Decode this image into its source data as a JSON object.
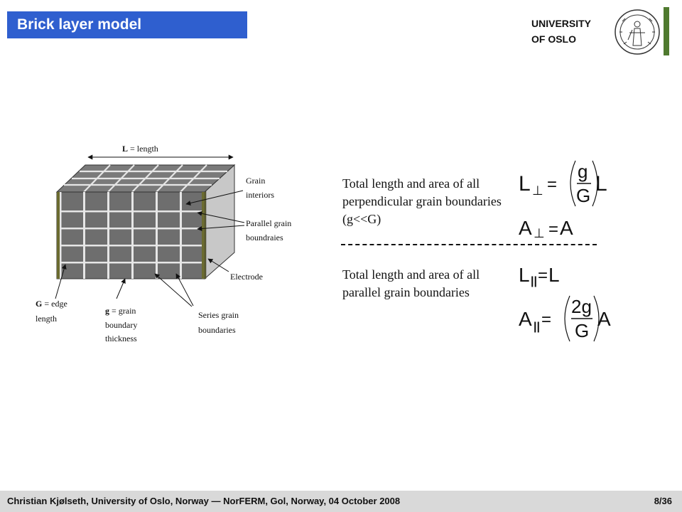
{
  "header": {
    "title": "Brick layer model",
    "university_line1": "UNIVERSITY",
    "university_line2": "OF OSLO"
  },
  "diagram": {
    "length_bold": "L",
    "length_rest": " = length",
    "grain_interiors_1": "Grain",
    "grain_interiors_2": "interiors",
    "parallel_1": "Parallel grain",
    "parallel_2": "boundraies",
    "electrode": "Electrode",
    "edge_bold": "G",
    "edge_rest": " = edge",
    "edge_2": "length",
    "grain_thick_bold": "g",
    "grain_thick_rest": " = grain",
    "grain_thick_2": "boundary",
    "grain_thick_3": "thickness",
    "series_1": "Series grain",
    "series_2": "boundaries"
  },
  "content": {
    "perp_text": "Total length and area of all perpendicular grain boundaries (g<<G)",
    "par_text": "Total length and area of all parallel grain boundaries"
  },
  "equations": {
    "L": "L",
    "A": "A",
    "perp_sym": "⊥",
    "par_sym": "||",
    "equals": "=",
    "g": "g",
    "two_g": "2g",
    "G": "G"
  },
  "footer": {
    "left": "Christian Kjølseth, University of Oslo, Norway — NorFERM, Gol, Norway, 04 October 2008",
    "page": "8/36"
  },
  "colors": {
    "title_bar": "#2f5fcf",
    "accent_green": "#4f7a2f",
    "footer_bg": "#d9d9d9"
  }
}
